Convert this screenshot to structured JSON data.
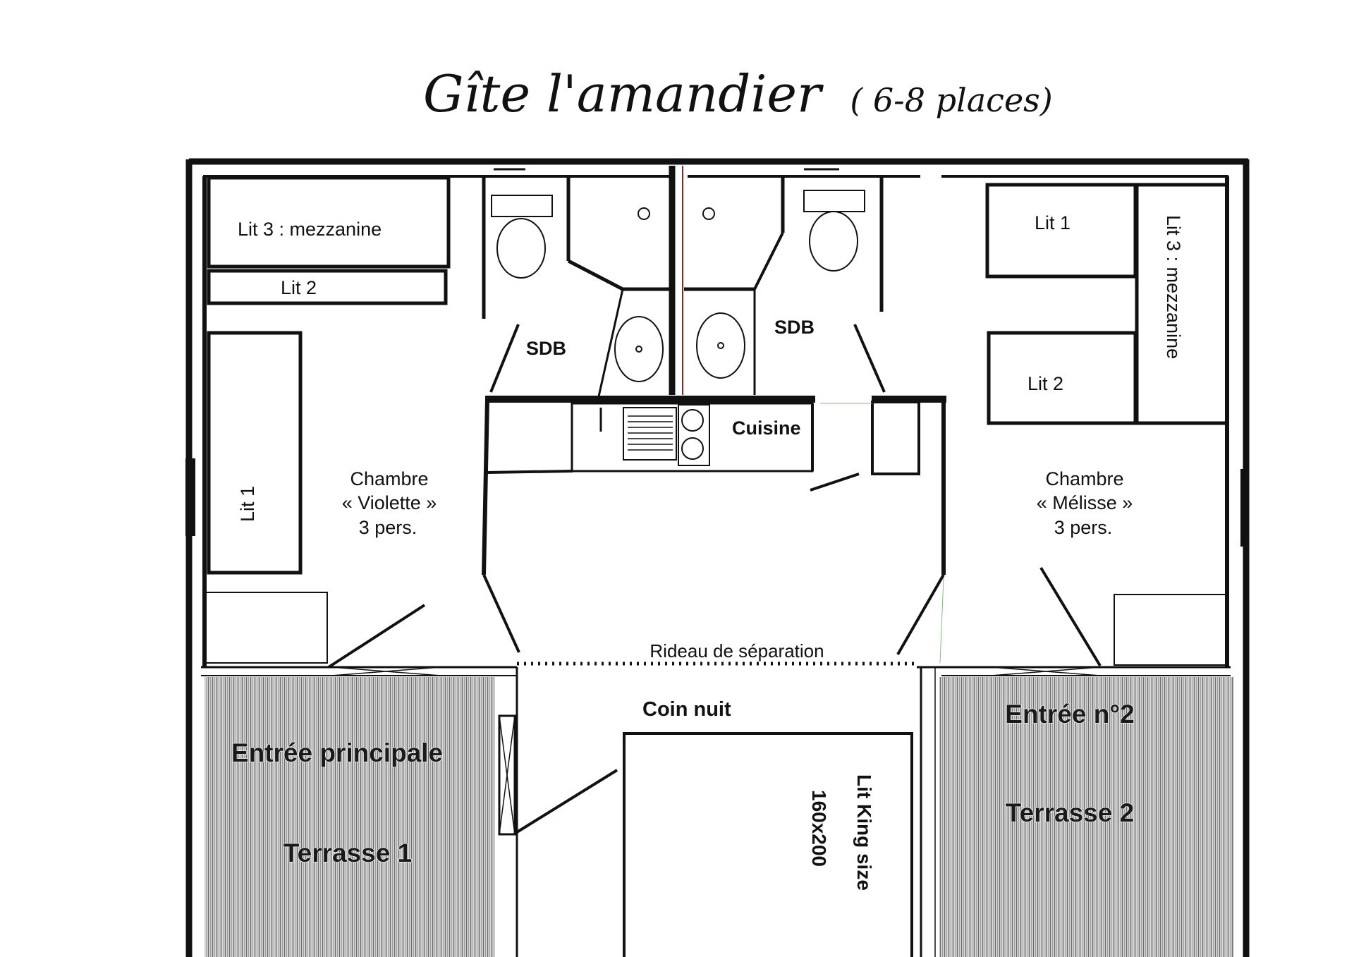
{
  "title": {
    "name": "Gîte l'amandier",
    "capacity": "( 6-8 places)"
  },
  "rooms": {
    "violette": {
      "line1": "Chambre",
      "line2": "« Violette »",
      "line3": "3 pers.",
      "beds": [
        "Lit 3 : mezzanine",
        "Lit 2",
        "Lit 1"
      ]
    },
    "melisse": {
      "line1": "Chambre",
      "line2": "« Mélisse »",
      "line3": "3 pers.",
      "beds": [
        "Lit 1",
        "Lit 3 : mezzanine",
        "Lit 2"
      ]
    },
    "bathroom_left": "SDB",
    "bathroom_right": "SDB",
    "kitchen": "Cuisine",
    "curtain": "Rideau de séparation",
    "sleeping_corner": "Coin nuit",
    "king_bed": {
      "line1": "Lit King size",
      "line2": "160x200"
    }
  },
  "terraces": {
    "left": {
      "entrance": "Entrée principale",
      "name": "Terrasse 1"
    },
    "right": {
      "entrance": "Entrée n°2",
      "name": "Terrasse 2"
    }
  }
}
